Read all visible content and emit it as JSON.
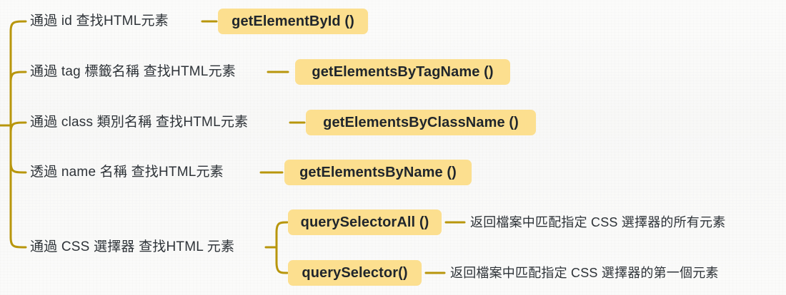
{
  "diagram": {
    "title": "HTML DOM element selection methods mind map",
    "accent_line_color": "#b8960c",
    "chip_bg_color": "#fcdf8f",
    "text_color": "#2e3338",
    "background_color": "#fbfbfa"
  },
  "branches": [
    {
      "id": "by-id",
      "label": "通過 id 查找HTML元素",
      "method": "getElementById ()"
    },
    {
      "id": "by-tag",
      "label": "通過 tag 標籤名稱 查找HTML元素",
      "method": "getElementsByTagName ()"
    },
    {
      "id": "by-class",
      "label": "通過 class 類別名稱 查找HTML元素",
      "method": "getElementsByClassName ()"
    },
    {
      "id": "by-name",
      "label": "透過 name 名稱 查找HTML元素",
      "method": "getElementsByName ()"
    },
    {
      "id": "by-css-selector",
      "label": "通過 CSS 選擇器 查找HTML 元素",
      "children": [
        {
          "id": "query-selector-all",
          "method": "querySelectorAll ()",
          "description": "返回檔案中匹配指定 CSS 選擇器的所有元素"
        },
        {
          "id": "query-selector",
          "method": "querySelector()",
          "description": "返回檔案中匹配指定 CSS 選擇器的第一個元素"
        }
      ]
    }
  ]
}
